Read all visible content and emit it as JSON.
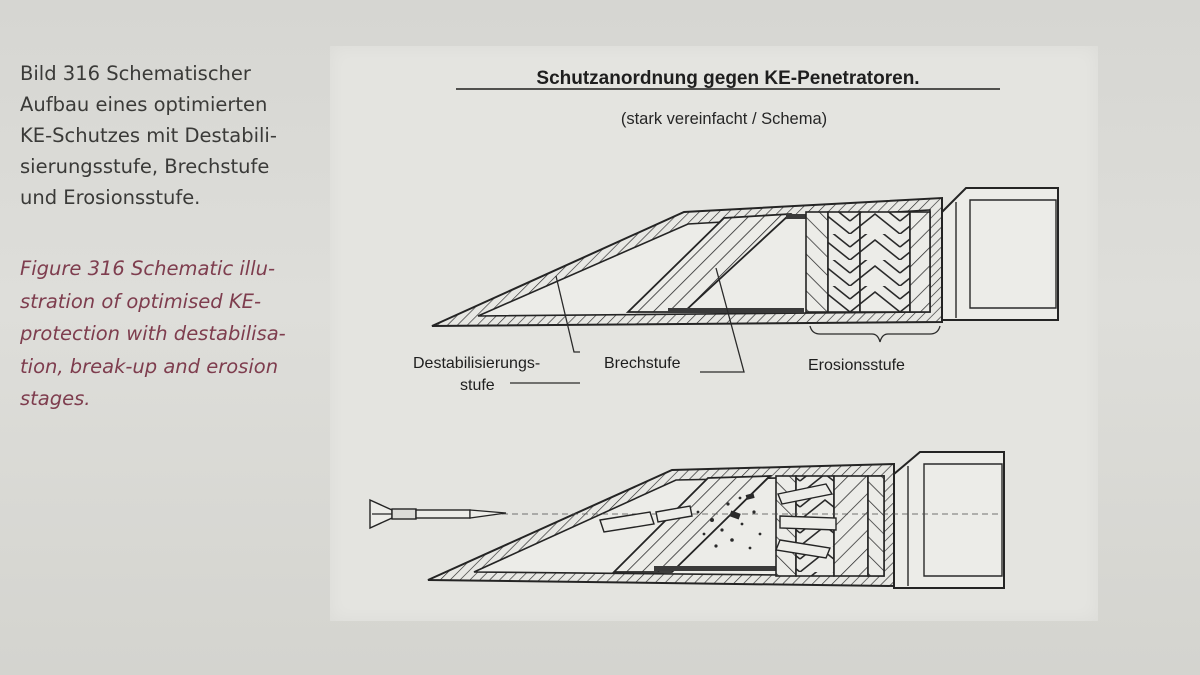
{
  "caption": {
    "german_lines": [
      "Bild 316  Schematischer",
      "Aufbau eines optimierten",
      "KE-Schutzes mit Destabili-",
      "sierungsstufe, Brechstufe",
      "und Erosionsstufe."
    ],
    "english_lines": [
      "Figure 316  Schematic illu-",
      "stration of optimised KE-",
      "protection with destabilisa-",
      "tion, break-up and erosion",
      "stages."
    ]
  },
  "diagram": {
    "title": "Schutzanordnung gegen KE-Penetratoren.",
    "subtitle": "(stark vereinfacht / Schema)",
    "labels": {
      "destabilization_line1": "Destabilisierungs-",
      "destabilization_line2": "stufe",
      "break_up": "Brechstufe",
      "erosion": "Erosionsstufe"
    }
  }
}
